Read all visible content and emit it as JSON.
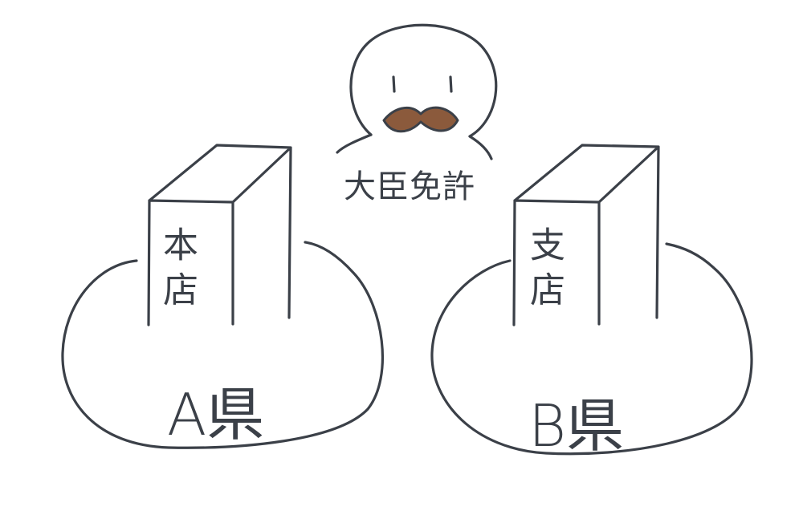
{
  "figure": {
    "person_label": "大臣免許",
    "left": {
      "building_label": "本店",
      "region_label": "A県"
    },
    "right": {
      "building_label": "支店",
      "region_label": "B県"
    },
    "colors": {
      "stroke": "#3b4048",
      "mustache": "#8b5a3c",
      "background": "#ffffff"
    }
  }
}
